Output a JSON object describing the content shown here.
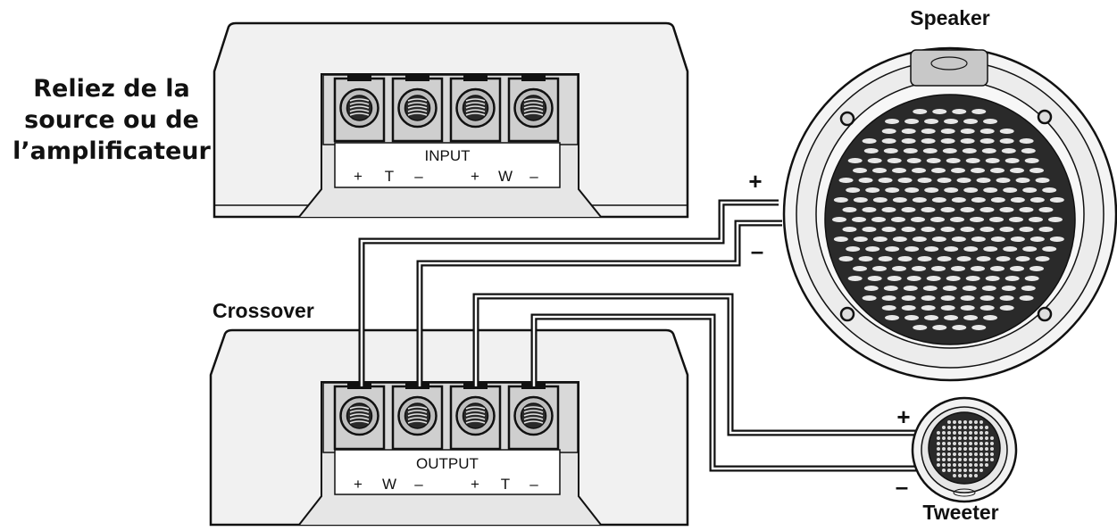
{
  "source_label": {
    "lines": [
      "Reliez de la",
      "source ou de",
      "l’amplificateur"
    ]
  },
  "input_block": {
    "title": "INPUT",
    "signs": [
      "+",
      "T",
      "–",
      "+",
      "W",
      "–"
    ]
  },
  "crossover": {
    "title": "Crossover",
    "output_title": "OUTPUT",
    "signs": [
      "+",
      "W",
      "–",
      "+",
      "T",
      "–"
    ]
  },
  "speaker": {
    "title": "Speaker",
    "plus": "+",
    "minus": "–"
  },
  "tweeter": {
    "title": "Tweeter",
    "plus": "+",
    "minus": "–"
  },
  "colors": {
    "panel": "#f1f1f1",
    "outline": "#111111",
    "terminal": "#cfcfcf",
    "grille": "#2a2a2a"
  }
}
